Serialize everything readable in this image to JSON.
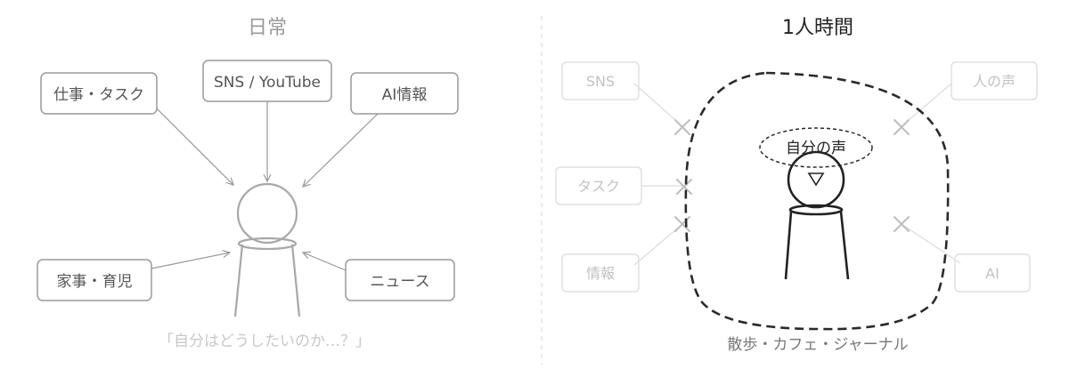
{
  "left_panel": {
    "title": "日常",
    "boxes": {
      "work_task": "仕事・タスク",
      "sns_youtube": "SNS / YouTube",
      "ai_info": "AI情報",
      "housework_childcare": "家事・育児",
      "news": "ニュース"
    },
    "caption": "「自分はどうしたいのか…？」"
  },
  "right_panel": {
    "title": "1人時間",
    "blocked": {
      "sns": "SNS",
      "task": "タスク",
      "info": "情報",
      "others_voice": "人の声",
      "ai": "AI"
    },
    "inner_voice": "自分の声",
    "caption": "散歩・カフェ・ジャーナル"
  },
  "colors": {
    "left_stroke": "#9a9a9a",
    "left_text": "#555555",
    "left_caption": "#c8c8c8",
    "right_dark": "#2a2a2a",
    "right_faded": "#dedede",
    "right_faded_text": "#c2c2c2",
    "cross": "#bdbdbd",
    "divider": "#dddddd"
  }
}
